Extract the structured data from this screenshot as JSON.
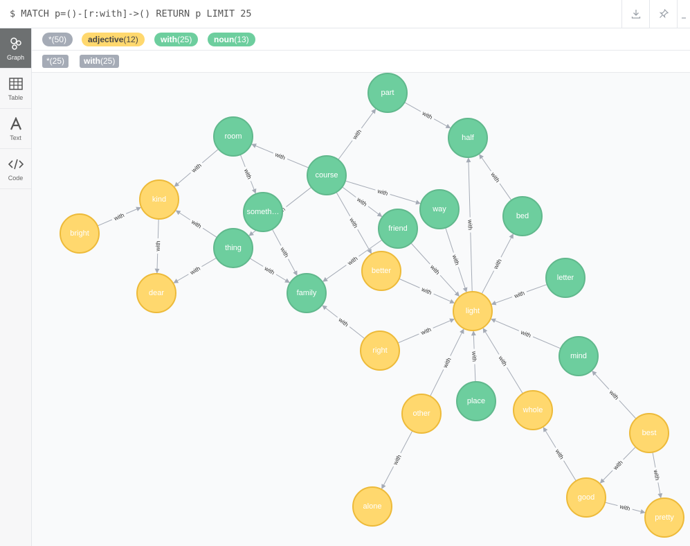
{
  "query": "$ MATCH p=()-[r:with]->() RETURN p LIMIT 25",
  "toolbar": {
    "download_icon": "download-icon",
    "pin_icon": "pin-icon",
    "collapse_icon": "chevron-icon"
  },
  "sidebar": {
    "items": [
      {
        "label": "Graph",
        "icon": "graph-icon",
        "active": true
      },
      {
        "label": "Table",
        "icon": "table-icon",
        "active": false
      },
      {
        "label": "Text",
        "icon": "text-icon",
        "active": false
      },
      {
        "label": "Code",
        "icon": "code-icon",
        "active": false
      }
    ]
  },
  "legend": {
    "labels": [
      {
        "name": "*",
        "count": "(50)",
        "color": "#a5abb6",
        "text_color": "#ffffff"
      },
      {
        "name": "adjective",
        "count": "(12)",
        "color": "#ffd86e",
        "text_color": "#444444"
      },
      {
        "name": "with",
        "count": "(25)",
        "color": "#6dce9e",
        "text_color": "#ffffff"
      },
      {
        "name": "noun",
        "count": "(13)",
        "color": "#6dce9e",
        "text_color": "#ffffff"
      }
    ],
    "relationships": [
      {
        "name": "*",
        "count": "(25)"
      },
      {
        "name": "with",
        "count": "(25)"
      }
    ]
  },
  "colors": {
    "noun": "#6dce9e",
    "noun_stroke": "#60b88c",
    "adjective": "#ffd86e",
    "adjective_stroke": "#edba39",
    "edge": "#a5abb6",
    "canvas_bg": "#f9fafb"
  },
  "graph": {
    "relationship_label": "with",
    "nodes": [
      {
        "id": "part",
        "label": "part",
        "type": "noun"
      },
      {
        "id": "half",
        "label": "half",
        "type": "noun"
      },
      {
        "id": "room",
        "label": "room",
        "type": "noun"
      },
      {
        "id": "course",
        "label": "course",
        "type": "noun"
      },
      {
        "id": "something",
        "label": "someth…",
        "type": "noun"
      },
      {
        "id": "way",
        "label": "way",
        "type": "noun"
      },
      {
        "id": "bed",
        "label": "bed",
        "type": "noun"
      },
      {
        "id": "friend",
        "label": "friend",
        "type": "noun"
      },
      {
        "id": "thing",
        "label": "thing",
        "type": "noun"
      },
      {
        "id": "family",
        "label": "family",
        "type": "noun"
      },
      {
        "id": "letter",
        "label": "letter",
        "type": "noun"
      },
      {
        "id": "mind",
        "label": "mind",
        "type": "noun"
      },
      {
        "id": "place",
        "label": "place",
        "type": "noun"
      },
      {
        "id": "kind",
        "label": "kind",
        "type": "adjective"
      },
      {
        "id": "bright",
        "label": "bright",
        "type": "adjective"
      },
      {
        "id": "dear",
        "label": "dear",
        "type": "adjective"
      },
      {
        "id": "better",
        "label": "better",
        "type": "adjective"
      },
      {
        "id": "light",
        "label": "light",
        "type": "adjective"
      },
      {
        "id": "right",
        "label": "right",
        "type": "adjective"
      },
      {
        "id": "other",
        "label": "other",
        "type": "adjective"
      },
      {
        "id": "whole",
        "label": "whole",
        "type": "adjective"
      },
      {
        "id": "best",
        "label": "best",
        "type": "adjective"
      },
      {
        "id": "alone",
        "label": "alone",
        "type": "adjective"
      },
      {
        "id": "good",
        "label": "good",
        "type": "adjective"
      },
      {
        "id": "pretty",
        "label": "pretty",
        "type": "adjective"
      }
    ],
    "edges": [
      {
        "source": "part",
        "target": "half"
      },
      {
        "source": "course",
        "target": "part"
      },
      {
        "source": "course",
        "target": "room"
      },
      {
        "source": "course",
        "target": "way"
      },
      {
        "source": "course",
        "target": "friend"
      },
      {
        "source": "course",
        "target": "better"
      },
      {
        "source": "course",
        "target": "thing"
      },
      {
        "source": "room",
        "target": "kind"
      },
      {
        "source": "room",
        "target": "something"
      },
      {
        "source": "something",
        "target": "family"
      },
      {
        "source": "bright",
        "target": "kind"
      },
      {
        "source": "kind",
        "target": "dear"
      },
      {
        "source": "thing",
        "target": "kind"
      },
      {
        "source": "thing",
        "target": "dear"
      },
      {
        "source": "thing",
        "target": "family"
      },
      {
        "source": "friend",
        "target": "family"
      },
      {
        "source": "friend",
        "target": "light"
      },
      {
        "source": "light",
        "target": "half"
      },
      {
        "source": "bed",
        "target": "half"
      },
      {
        "source": "way",
        "target": "light"
      },
      {
        "source": "light",
        "target": "bed"
      },
      {
        "source": "better",
        "target": "light"
      },
      {
        "source": "letter",
        "target": "light"
      },
      {
        "source": "right",
        "target": "light"
      },
      {
        "source": "right",
        "target": "family"
      },
      {
        "source": "mind",
        "target": "light"
      },
      {
        "source": "place",
        "target": "light"
      },
      {
        "source": "other",
        "target": "light"
      },
      {
        "source": "whole",
        "target": "light"
      },
      {
        "source": "other",
        "target": "alone"
      },
      {
        "source": "best",
        "target": "mind"
      },
      {
        "source": "best",
        "target": "good"
      },
      {
        "source": "best",
        "target": "pretty"
      },
      {
        "source": "good",
        "target": "whole"
      },
      {
        "source": "good",
        "target": "pretty"
      }
    ]
  }
}
